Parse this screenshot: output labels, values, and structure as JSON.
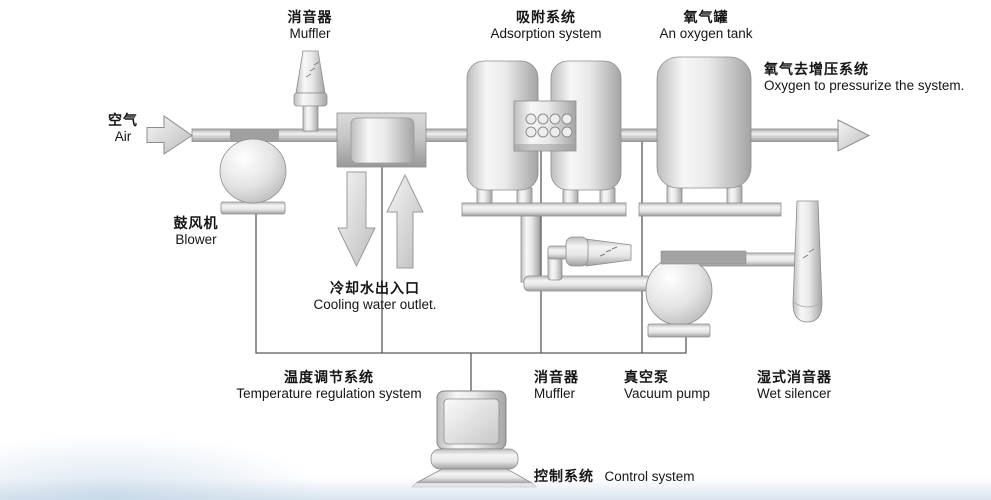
{
  "labels": {
    "air": {
      "zh": "空气",
      "en": "Air"
    },
    "muffler_top": {
      "zh": "消音器",
      "en": "Muffler"
    },
    "blower": {
      "zh": "鼓风机",
      "en": "Blower"
    },
    "cooling_water": {
      "zh": "冷却水出入口",
      "en": "Cooling water outlet."
    },
    "adsorption": {
      "zh": "吸附系统",
      "en": "Adsorption system"
    },
    "oxygen_tank": {
      "zh": "氧气罐",
      "en": "An oxygen tank"
    },
    "oxygen_out": {
      "zh": "氧气去增压系统",
      "en": "Oxygen to pressurize the system."
    },
    "temperature": {
      "zh": "温度调节系统",
      "en": "Temperature regulation system"
    },
    "muffler_bottom": {
      "zh": "消音器",
      "en": "Muffler"
    },
    "vacuum_pump": {
      "zh": "真空泵",
      "en": "Vacuum pump"
    },
    "wet_silencer": {
      "zh": "湿式消音器",
      "en": "Wet silencer"
    },
    "control_system": {
      "zh": "控制系统",
      "en": "Control system"
    }
  },
  "colors": {
    "background": "#ffffff",
    "line": "#5a5a5a",
    "metal_light": "#f6f6f6",
    "metal_dark": "#a6a6a6",
    "text": "#151515",
    "bottom_tint": "#bacfe2"
  }
}
